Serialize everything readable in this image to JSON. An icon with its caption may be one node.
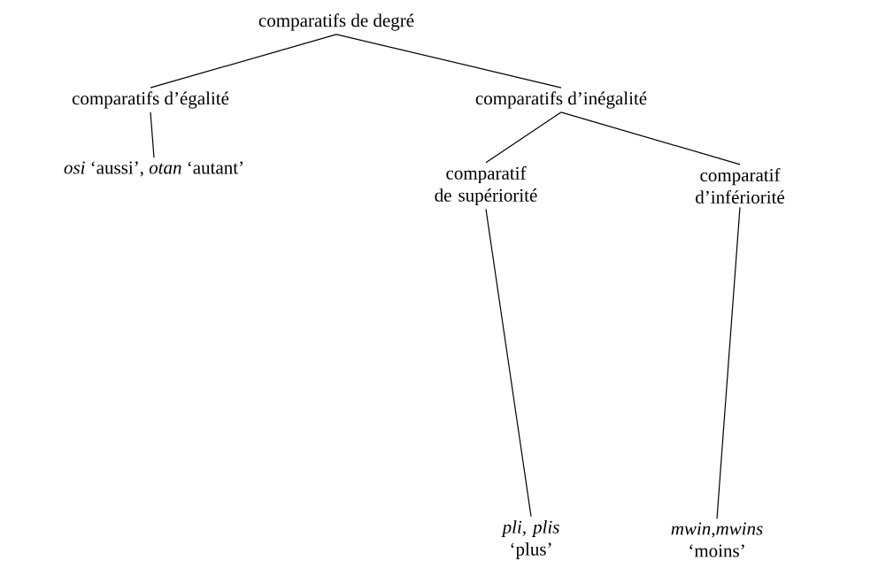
{
  "diagram": {
    "nodes": [
      {
        "text": [
          "comparatifs de degré"
        ]
      },
      {
        "text": [
          "comparatifs d’égalité"
        ]
      },
      {
        "text": [
          "comparatifs d’inégalité"
        ]
      },
      {
        "text": [
          "*osi* ‘aussi’, *otan* ‘autant’"
        ]
      },
      {
        "text": [
          "comparatif de supériorité"
        ]
      },
      {
        "text": [
          "comparatif d’infériorité"
        ]
      },
      {
        "text": [
          "*pli, plis* ‘plus’"
        ]
      },
      {
        "text": [
          "*mwin,mwins* ‘moins’"
        ]
      }
    ],
    "edges": [
      {
        "from": 0,
        "to": 1,
        "arrow": "none"
      },
      {
        "from": 0,
        "to": 2,
        "arrow": "none"
      },
      {
        "from": 1,
        "to": 3,
        "arrow": "none"
      },
      {
        "from": 2,
        "to": 4,
        "arrow": "none"
      },
      {
        "from": 2,
        "to": 5,
        "arrow": "none"
      },
      {
        "from": 4,
        "to": 6,
        "arrow": "none"
      },
      {
        "from": 5,
        "to": 7,
        "arrow": "none"
      }
    ]
  }
}
